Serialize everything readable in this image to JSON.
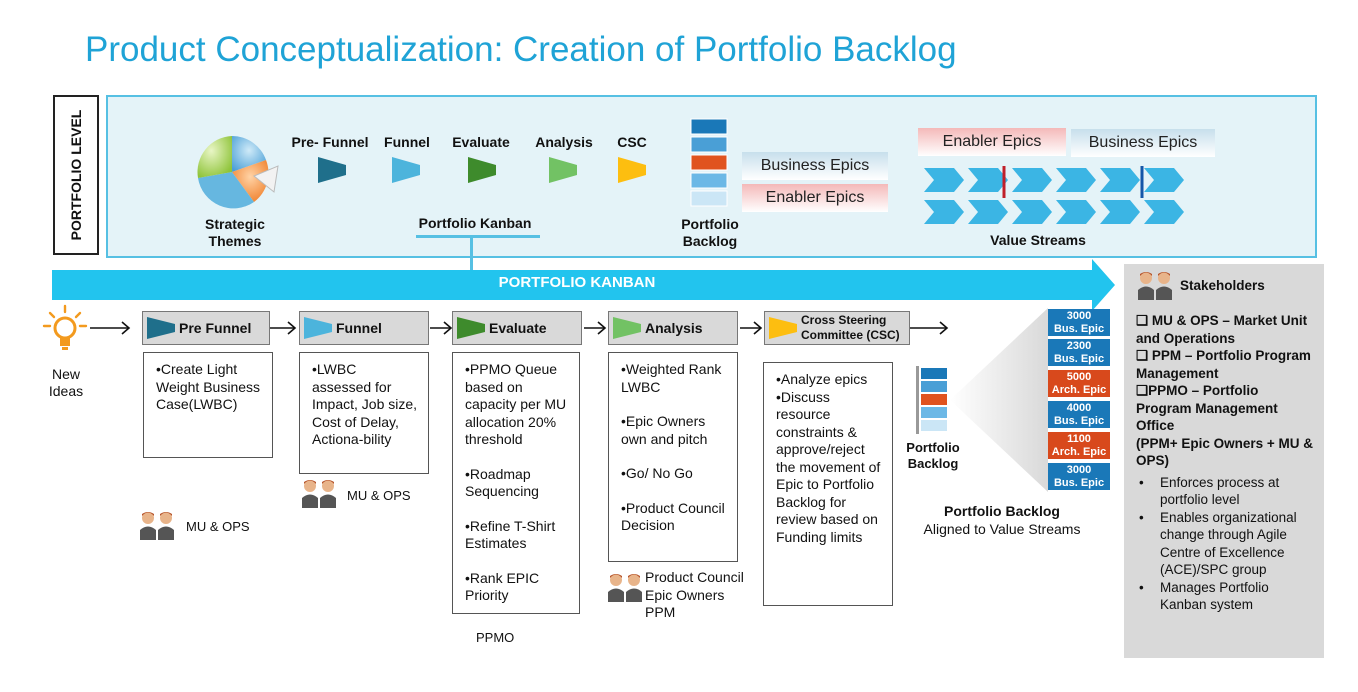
{
  "title": "Product Conceptualization: Creation of Portfolio Backlog",
  "portfolio_level": {
    "side_label": "PORTFOLIO LEVEL",
    "strategic_themes": "Strategic Themes",
    "stages": [
      "Pre- Funnel",
      "Funnel",
      "Evaluate",
      "Analysis",
      "CSC"
    ],
    "kanban_label": "Portfolio Kanban",
    "backlog_label": "Portfolio Backlog",
    "backlog_epics": [
      "Business Epics",
      "Enabler Epics"
    ],
    "value_stream_tags": [
      "Enabler Epics",
      "Business Epics"
    ],
    "value_streams_label": "Value Streams"
  },
  "kanban_bar": {
    "label": "PORTFOLIO KANBAN"
  },
  "new_ideas": "New Ideas",
  "stages": [
    {
      "header": "Pre Funnel",
      "items": [
        "•Create Light Weight Business Case(LWBC)"
      ],
      "owner": "MU & OPS"
    },
    {
      "header": "Funnel",
      "items": [
        "•LWBC assessed for Impact, Job size, Cost of Delay, Actiona-bility"
      ],
      "owner": "MU & OPS"
    },
    {
      "header": "Evaluate",
      "items": [
        "•PPMO Queue based on capacity per MU allocation 20% threshold",
        "•Roadmap Sequencing",
        "•Refine T-Shirt Estimates",
        "•Rank EPIC Priority"
      ],
      "owner": "PPMO"
    },
    {
      "header": "Analysis",
      "items": [
        "•Weighted Rank LWBC",
        "•Epic Owners own and pitch",
        "•Go/ No Go",
        "•Product Council Decision"
      ],
      "owner": "Product Council Epic Owners PPM"
    },
    {
      "header": "Cross Steering Committee (CSC)",
      "items": [
        "•Analyze epics",
        "•Discuss resource constraints & approve/reject the movement of Epic to Portfolio Backlog for review based on Funding limits"
      ],
      "owner": ""
    }
  ],
  "backlog": {
    "icon_label": "Portfolio Backlog",
    "title": "Portfolio Backlog",
    "subtitle": "Aligned to Value Streams",
    "epics": [
      {
        "value": "3000",
        "type": "Bus. Epic"
      },
      {
        "value": "2300",
        "type": "Bus. Epic"
      },
      {
        "value": "5000",
        "type": "Arch. Epic"
      },
      {
        "value": "4000",
        "type": "Bus. Epic"
      },
      {
        "value": "1100",
        "type": "Arch. Epic"
      },
      {
        "value": "3000",
        "type": "Bus. Epic"
      }
    ]
  },
  "stakeholders": {
    "title": "Stakeholders",
    "roles": [
      "❑ MU & OPS – Market Unit and Operations",
      "❑ PPM – Portfolio Program Management",
      "❑PPMO – Portfolio Program Management Office",
      "(PPM+ Epic Owners + MU & OPS)"
    ],
    "bullets": [
      "Enforces process at portfolio level",
      "Enables organizational change through Agile Centre of Excellence (ACE)/SPC group",
      "Manages Portfolio Kanban system"
    ]
  },
  "colors": {
    "title": "#1fa3d6",
    "kanban_bar": "#22c4ee",
    "pre_funnel": "#1f6f8b",
    "funnel": "#4cb4dc",
    "evaluate": "#3e8b2c",
    "analysis": "#72c264",
    "csc": "#fdbe10",
    "bus_epic": "#1a78b8",
    "arch_epic": "#d8491c"
  }
}
